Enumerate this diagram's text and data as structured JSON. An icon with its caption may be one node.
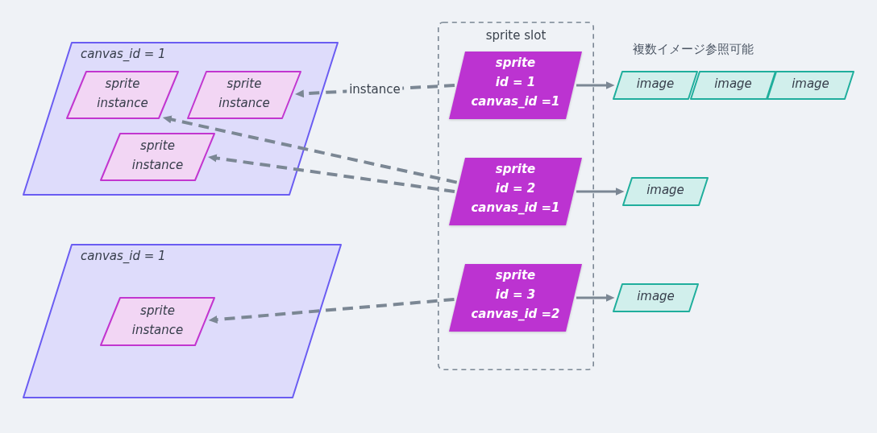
{
  "diagram": {
    "nodes": [
      {
        "text": [
          "canvas_id = 1"
        ]
      },
      {
        "text": [
          "sprite instance"
        ],
        "in": 0
      },
      {
        "text": [
          "sprite instance"
        ],
        "in": 0
      },
      {
        "text": [
          "sprite instance"
        ],
        "in": 0
      },
      {
        "text": [
          "canvas_id = 1"
        ]
      },
      {
        "text": [
          "sprite instance"
        ],
        "in": 4
      },
      {
        "text": [
          "sprite slot"
        ]
      },
      {
        "text": [
          "sprite",
          "id = 1",
          "canvas_id =1"
        ],
        "in": 6
      },
      {
        "text": [
          "sprite",
          "id = 2",
          "canvas_id =1"
        ],
        "in": 6
      },
      {
        "text": [
          "sprite",
          "id = 3",
          "canvas_id =2"
        ],
        "in": 6
      },
      {
        "text": [
          "image"
        ]
      },
      {
        "text": [
          "image"
        ]
      },
      {
        "text": [
          "image"
        ]
      },
      {
        "text": [
          "image"
        ]
      },
      {
        "text": [
          "image"
        ]
      }
    ],
    "edges": [
      {
        "from": 7,
        "to": 2,
        "arrow": "to",
        "label": "instance",
        "style": "dashed"
      },
      {
        "from": 8,
        "to": 1,
        "arrow": "to",
        "style": "dashed"
      },
      {
        "from": 8,
        "to": 3,
        "arrow": "to",
        "style": "dashed"
      },
      {
        "from": 9,
        "to": 5,
        "arrow": "to",
        "style": "dashed"
      },
      {
        "from": 7,
        "to": 10,
        "arrow": "to"
      },
      {
        "from": 8,
        "to": 13,
        "arrow": "to"
      },
      {
        "from": 9,
        "to": 14,
        "arrow": "to"
      }
    ],
    "labels": [
      "複数イメージ参照可能"
    ]
  }
}
